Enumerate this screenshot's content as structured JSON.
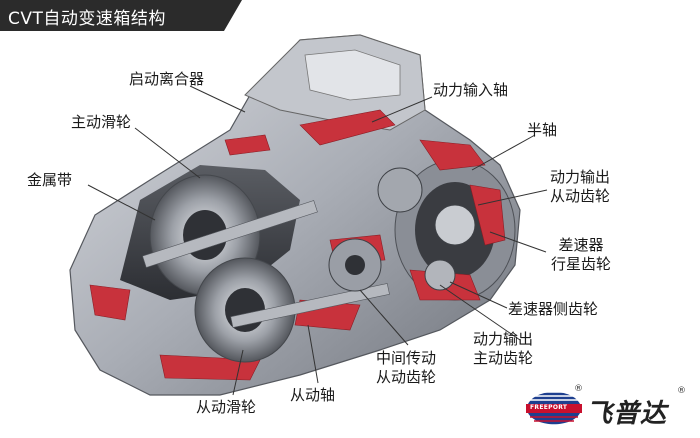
{
  "title": "CVT自动变速箱结构",
  "labels": {
    "clutch": "启动离合器",
    "input_shaft": "动力输入轴",
    "drive_pulley": "主动滑轮",
    "half_shaft": "半轴",
    "metal_belt": "金属带",
    "output_driven_1": "动力输出",
    "output_driven_2": "从动齿轮",
    "planet_1": "差速器",
    "planet_2": "行星齿轮",
    "side_gear": "差速器侧齿轮",
    "output_drive_1": "动力输出",
    "output_drive_2": "主动齿轮",
    "mid_driven_1": "中间传动",
    "mid_driven_2": "从动齿轮",
    "driven_shaft": "从动轴",
    "driven_pulley": "从动滑轮"
  },
  "brand": {
    "name": "飞普达",
    "badge_text": "FREEPORT",
    "reg_mark": "®"
  },
  "colors": {
    "title_bg": "#2b2b2b",
    "casing": "#b9bcc2",
    "cutaway_red": "#c8323c",
    "brand_red": "#c8102e",
    "brand_blue": "#1e3f8f"
  }
}
